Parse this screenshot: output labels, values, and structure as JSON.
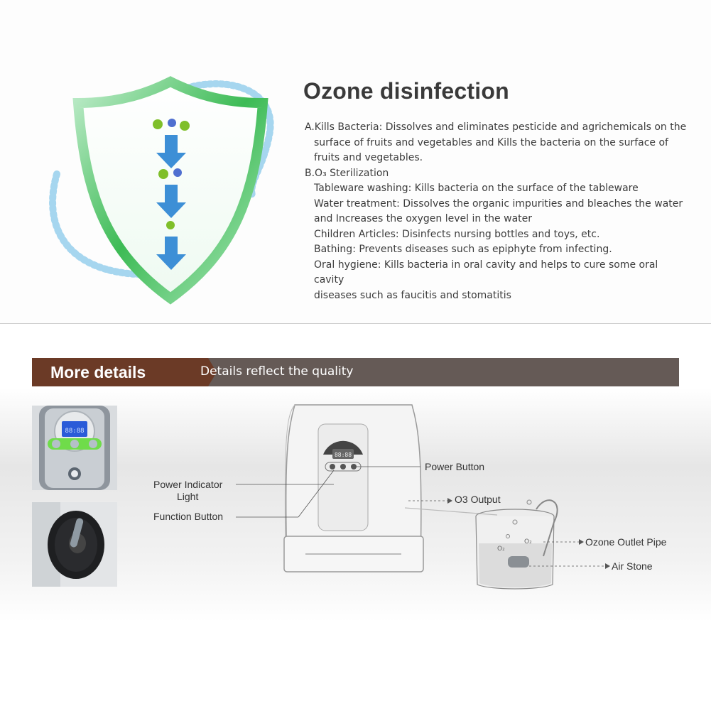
{
  "section1": {
    "title": "Ozone disinfection",
    "lines": [
      {
        "text": "A.Kills Bacteria: Dissolves and eliminates pesticide and agrichemicals on the",
        "indent": false
      },
      {
        "text": "surface of fruits and vegetables and Kills the bacteria on the surface of",
        "indent": true
      },
      {
        "text": "fruits and vegetables.",
        "indent": true
      },
      {
        "text": "B.O₃ Sterilization",
        "indent": false
      },
      {
        "text": "Tableware washing: Kills bacteria on the surface of the tableware",
        "indent": true
      },
      {
        "text": "Water treatment: Dissolves the organic impurities and bleaches the water",
        "indent": true
      },
      {
        "text": "and Increases the oxygen level in the water",
        "indent": true
      },
      {
        "text": "Children Articles: Disinfects nursing bottles and toys, etc.",
        "indent": true
      },
      {
        "text": "Bathing: Prevents diseases such as epiphyte from infecting.",
        "indent": true
      },
      {
        "text": "Oral hygiene: Kills bacteria in oral cavity and helps to cure some oral cavity",
        "indent": true
      },
      {
        "text": "diseases such as faucitis and stomatitis",
        "indent": true
      }
    ]
  },
  "banner": {
    "title": "More details",
    "subtitle": "Details reflect the quality"
  },
  "labels": {
    "power_indicator_1": "Power Indicator",
    "power_indicator_2": "Light",
    "function_button": "Function Button",
    "power_button": "Power Button",
    "o3_output": "O3 Output",
    "outlet_pipe": "Ozone Outlet Pipe",
    "air_stone": "Air Stone"
  },
  "device": {
    "display": "88:88"
  },
  "cup": {
    "o2_label": "O₂"
  },
  "colors": {
    "banner_left": "#6b3a26",
    "banner_right": "#655a56",
    "shield_green": "#3dbb55",
    "arrow_blue": "#3d8fd6",
    "lcd_blue": "#2a5bd8",
    "button_green": "#6fdc4a"
  }
}
